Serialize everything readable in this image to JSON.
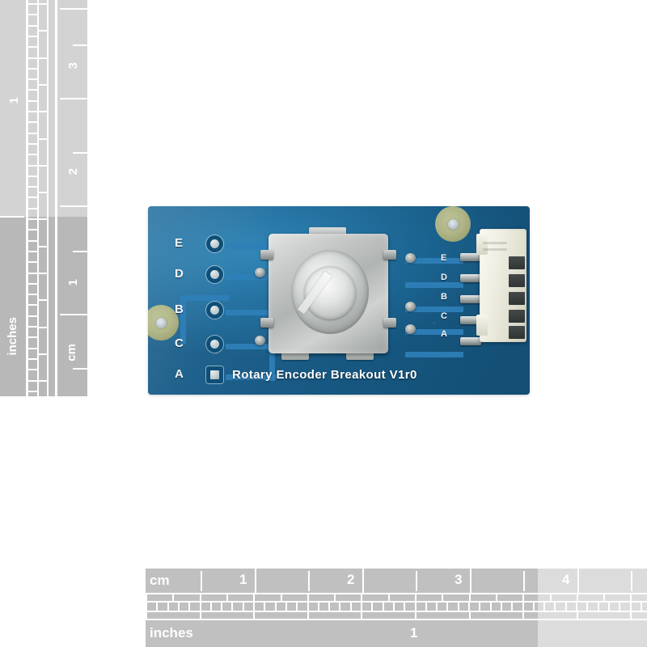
{
  "image": {
    "subject": "Rotary Encoder Breakout V1r0 printed circuit board photo with measurement rulers",
    "background_color": "#ffffff"
  },
  "board": {
    "silkscreen_title": "Rotary Encoder Breakout V1r0",
    "color": "#1f6fa0",
    "left_pad_labels": [
      "E",
      "D",
      "B",
      "C",
      "A"
    ],
    "right_pin_labels": [
      "E",
      "D",
      "B",
      "C",
      "A"
    ],
    "component_names": {
      "encoder": "rotary-encoder",
      "connector": "jst-connector",
      "header": "pin-header",
      "mounting_hole": "mounting-hole"
    }
  },
  "vertical_ruler": {
    "unit_left": "inches",
    "unit_right": "cm",
    "inch_marks": [
      "1"
    ],
    "cm_marks": [
      "1",
      "2",
      "3"
    ],
    "band_light_color": "#d3d3d3",
    "band_dark_color": "#b8b8b8"
  },
  "horizontal_ruler": {
    "unit_top": "cm",
    "unit_bottom": "inches",
    "cm_marks": [
      "1",
      "2",
      "3",
      "4"
    ],
    "inch_marks": [
      "1"
    ],
    "band_color": "#c0c0c0",
    "band_faded_color": "#d8d8d8"
  }
}
